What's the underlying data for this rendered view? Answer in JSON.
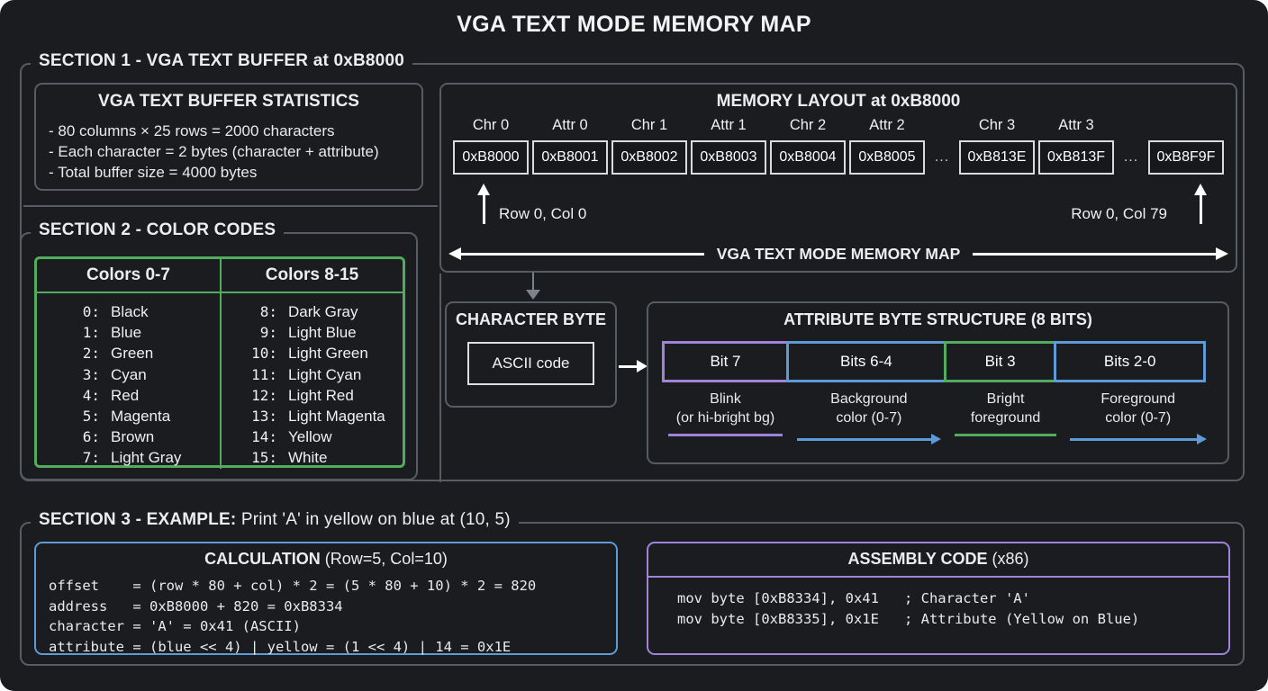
{
  "title": "VGA TEXT MODE MEMORY MAP",
  "colors": {
    "background": "#1a1c20",
    "border_gray": "#565c64",
    "cell_border": "#d9dbde",
    "green": "#53ab5e",
    "blue": "#5c9bd6",
    "purple": "#9e83d8",
    "text": "#ecedee"
  },
  "section1": {
    "legend": "SECTION 1 - VGA TEXT BUFFER at 0xB8000",
    "stats": {
      "title": "VGA TEXT BUFFER STATISTICS",
      "lines": [
        "- 80 columns × 25 rows = 2000 characters",
        "- Each character = 2 bytes (character + attribute)",
        "- Total buffer size = 4000 bytes"
      ]
    },
    "memory": {
      "title": "MEMORY LAYOUT at 0xB8000",
      "labels": [
        "Chr 0",
        "Attr 0",
        "Chr 1",
        "Attr 1",
        "Chr 2",
        "Attr 2",
        "",
        "Chr 3",
        "Attr 3",
        "",
        ""
      ],
      "cells": [
        "0xB8000",
        "0xB8001",
        "0xB8002",
        "0xB8003",
        "0xB8004",
        "0xB8005",
        "...",
        "0xB813E",
        "0xB813F",
        "...",
        "0xB8F9F"
      ],
      "left_annotation": "Row 0, Col 0",
      "right_annotation": "Row 0, Col 79",
      "span_label": "VGA TEXT MODE MEMORY MAP"
    },
    "character_byte": {
      "title": "CHARACTER BYTE",
      "value": "ASCII code"
    },
    "attribute_byte": {
      "title": "ATTRIBUTE BYTE STRUCTURE (8 BITS)",
      "bits": [
        {
          "label": "Bit 7",
          "desc1": "Blink",
          "desc2": "(or hi-bright bg)",
          "color": "#9e83d8",
          "arrow": false
        },
        {
          "label": "Bits 6-4",
          "desc1": "Background",
          "desc2": "color (0-7)",
          "color": "#5c9bd6",
          "arrow": true
        },
        {
          "label": "Bit 3",
          "desc1": "Bright",
          "desc2": "foreground",
          "color": "#53ab5e",
          "arrow": false
        },
        {
          "label": "Bits 2-0",
          "desc1": "Foreground",
          "desc2": "color (0-7)",
          "color": "#5c9bd6",
          "arrow": true
        }
      ]
    }
  },
  "section2": {
    "legend": "SECTION 2 - COLOR CODES",
    "table": {
      "headers": [
        "Colors 0-7",
        "Colors 8-15"
      ],
      "col1": [
        {
          "num": "0:",
          "name": "Black"
        },
        {
          "num": "1:",
          "name": "Blue"
        },
        {
          "num": "2:",
          "name": "Green"
        },
        {
          "num": "3:",
          "name": "Cyan"
        },
        {
          "num": "4:",
          "name": "Red"
        },
        {
          "num": "5:",
          "name": "Magenta"
        },
        {
          "num": "6:",
          "name": "Brown"
        },
        {
          "num": "7:",
          "name": "Light Gray"
        }
      ],
      "col2": [
        {
          "num": "8:",
          "name": "Dark Gray"
        },
        {
          "num": "9:",
          "name": "Light Blue"
        },
        {
          "num": "10:",
          "name": "Light Green"
        },
        {
          "num": "11:",
          "name": "Light Cyan"
        },
        {
          "num": "12:",
          "name": "Light Red"
        },
        {
          "num": "13:",
          "name": "Light Magenta"
        },
        {
          "num": "14:",
          "name": "Yellow"
        },
        {
          "num": "15:",
          "name": "White"
        }
      ]
    }
  },
  "section3": {
    "legend_bold": "SECTION 3 - EXAMPLE:",
    "legend_rest": " Print 'A' in yellow on blue at (10, 5)",
    "calculation": {
      "title_bold": "CALCULATION",
      "title_rest": " (Row=5, Col=10)",
      "code": [
        "offset    = (row * 80 + col) * 2 = (5 * 80 + 10) * 2 = 820",
        "address   = 0xB8000 + 820 = 0xB8334",
        "character = 'A' = 0x41 (ASCII)",
        "attribute = (blue << 4) | yellow = (1 << 4) | 14 = 0x1E"
      ]
    },
    "assembly": {
      "title_bold": "ASSEMBLY CODE",
      "title_rest": " (x86)",
      "code": [
        "mov byte [0xB8334], 0x41   ; Character 'A'",
        "mov byte [0xB8335], 0x1E   ; Attribute (Yellow on Blue)"
      ]
    }
  }
}
